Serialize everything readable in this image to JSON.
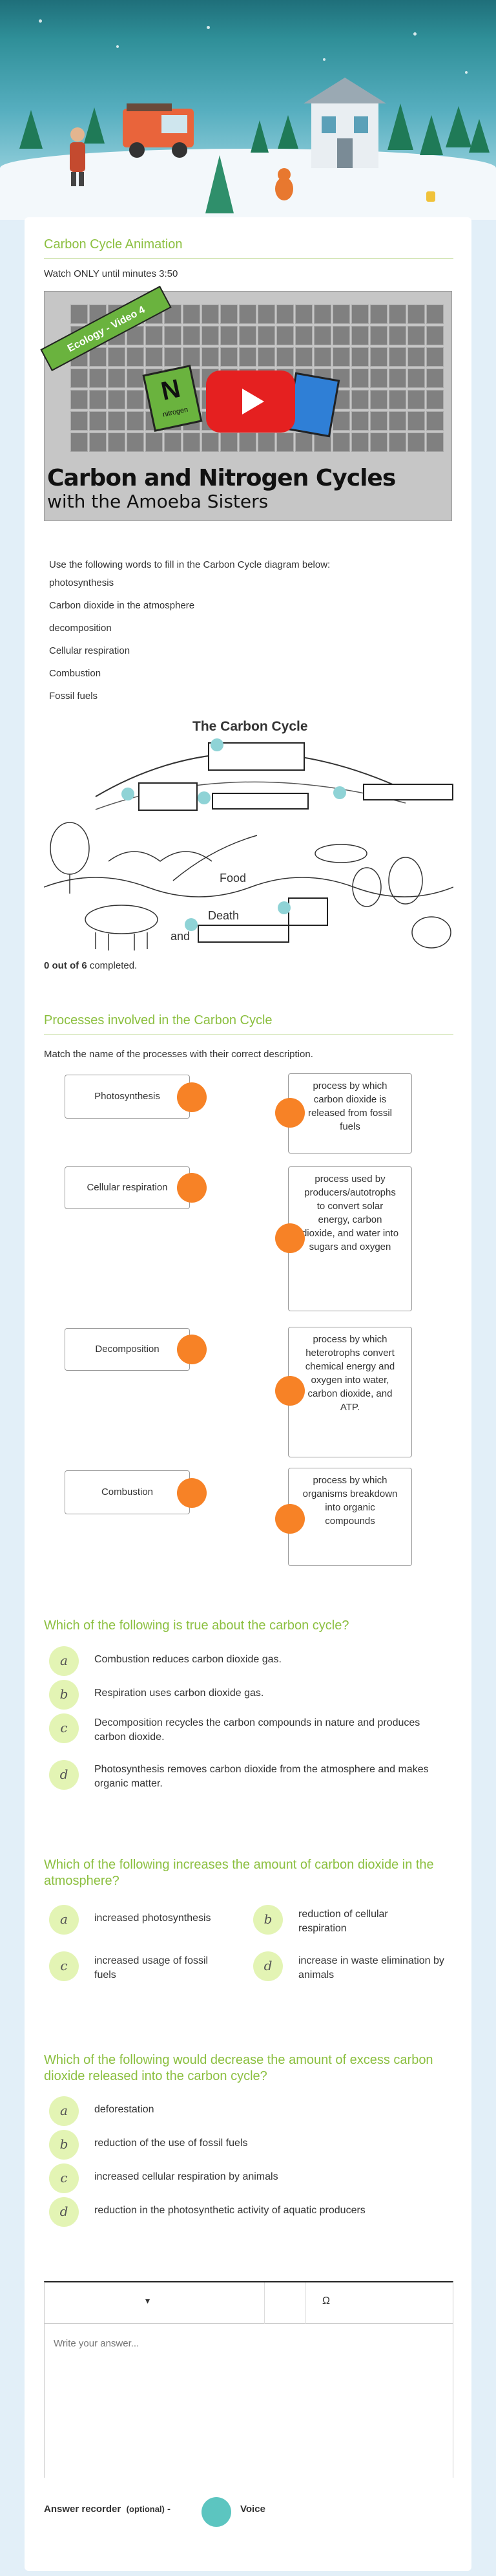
{
  "colors": {
    "accent_green": "#8bbf3f",
    "knob_orange": "#f78226",
    "badge_green": "#e3f4b4",
    "record_teal": "#5cc5c0",
    "play_red": "#e52020"
  },
  "section1": {
    "title": "Carbon Cycle Animation",
    "instruction": "Watch ONLY until minutes 3:50",
    "video": {
      "tag": "Ecology - Video 4",
      "title": "Carbon and Nitrogen Cycles",
      "subtitle": "with the Amoeba Sisters",
      "n_label": "N",
      "n_caption": "nitrogen",
      "play_icon": "play-icon"
    }
  },
  "fill": {
    "intro": "Use the following words to fill in the Carbon Cycle diagram below:",
    "words": [
      "photosynthesis",
      "Carbon dioxide in the atmosphere",
      "decomposition",
      "Cellular respiration",
      "Combustion",
      "Fossil fuels"
    ],
    "diagram_title": "The Carbon Cycle",
    "diagram_food": "Food",
    "diagram_death": "Death",
    "diagram_and": "and",
    "completed_count": "0 out of 6",
    "completed_suffix": " completed."
  },
  "matching": {
    "title": "Processes involved in the Carbon Cycle",
    "instruction": "Match the name of the processes with their correct description.",
    "left": [
      "Photosynthesis",
      "Cellular respiration",
      "Decomposition",
      "Combustion"
    ],
    "right": [
      "process by which carbon dioxide is released from fossil fuels",
      "process used by producers/autotrophs to convert solar energy, carbon dioxide, and water into sugars and oxygen",
      "process by which heterotrophs convert chemical energy and oxygen into water, carbon dioxide, and ATP.",
      "process by which organisms breakdown into organic compounds"
    ]
  },
  "q1": {
    "title": "Which of the following is true about the carbon cycle?",
    "options": [
      {
        "letter": "a",
        "text": "Combustion reduces carbon dioxide gas."
      },
      {
        "letter": "b",
        "text": "Respiration uses carbon dioxide gas."
      },
      {
        "letter": "c",
        "text": "Decomposition recycles the carbon compounds in nature and produces carbon dioxide."
      },
      {
        "letter": "d",
        "text": "Photosynthesis removes carbon dioxide from the atmosphere and makes organic matter."
      }
    ]
  },
  "q2": {
    "title": "Which of the following increases the amount of carbon dioxide in the atmosphere?",
    "options": [
      {
        "letter": "a",
        "text": "increased photosynthesis"
      },
      {
        "letter": "b",
        "text": "reduction of cellular respiration"
      },
      {
        "letter": "c",
        "text": "increased usage of fossil fuels"
      },
      {
        "letter": "d",
        "text": "increase in waste elimination by animals"
      }
    ]
  },
  "q3": {
    "title": "Which of the following would decrease the amount of excess carbon dioxide released into the carbon cycle?",
    "options": [
      {
        "letter": "a",
        "text": "deforestation"
      },
      {
        "letter": "b",
        "text": "reduction of the use of fossil fuels"
      },
      {
        "letter": "c",
        "text": "increased cellular respiration by animals"
      },
      {
        "letter": "d",
        "text": "reduction in the photosynthetic activity of aquatic producers"
      }
    ]
  },
  "answer": {
    "dropdown_glyph": "▾",
    "omega_glyph": "Ω",
    "placeholder": "Write your answer...",
    "recorder_label": "Answer recorder",
    "recorder_optional": "(optional)",
    "recorder_dash": " -",
    "voice_label": "Voice"
  }
}
